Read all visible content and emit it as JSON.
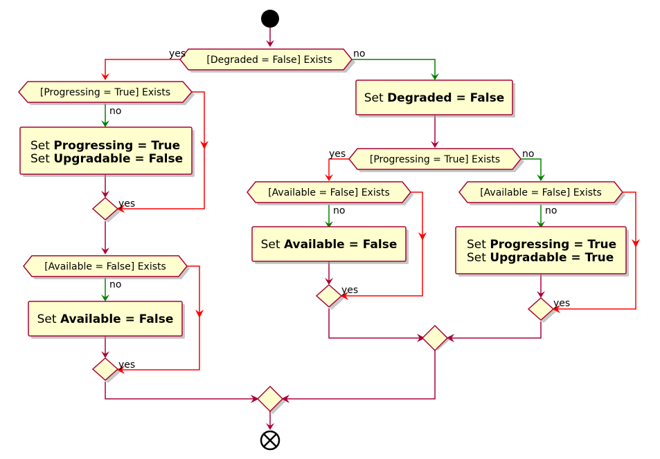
{
  "diagram": {
    "conditions": {
      "degraded": "[Degraded = False] Exists",
      "left_progressing": "[Progressing = True] Exists",
      "left_available": "[Available = False] Exists",
      "right_progressing": "[Progressing = True] Exists",
      "right_a_available": "[Available = False] Exists",
      "right_b_available": "[Available = False] Exists"
    },
    "labels": {
      "yes": "yes",
      "no": "no"
    },
    "actions": {
      "set_progressing_upgradable_false": {
        "line1_prefix": "Set ",
        "line1_bold": "Progressing = True",
        "line2_prefix": "Set ",
        "line2_bold": "Upgradable = False"
      },
      "set_available_false_left": {
        "prefix": "Set ",
        "bold": "Available = False"
      },
      "set_degraded_false": {
        "prefix": "Set ",
        "bold": "Degraded = False"
      },
      "set_available_false_mid": {
        "prefix": "Set ",
        "bold": "Available = False"
      },
      "set_progressing_upgradable_true": {
        "line1_prefix": "Set ",
        "line1_bold": "Progressing = True",
        "line2_prefix": "Set ",
        "line2_bold": "Upgradable = True"
      }
    },
    "colors": {
      "node_fill": "#FEFECE",
      "node_border": "#A80036",
      "yes_path": "#FF0000",
      "no_path": "#008000",
      "flow": "#A80036"
    }
  }
}
